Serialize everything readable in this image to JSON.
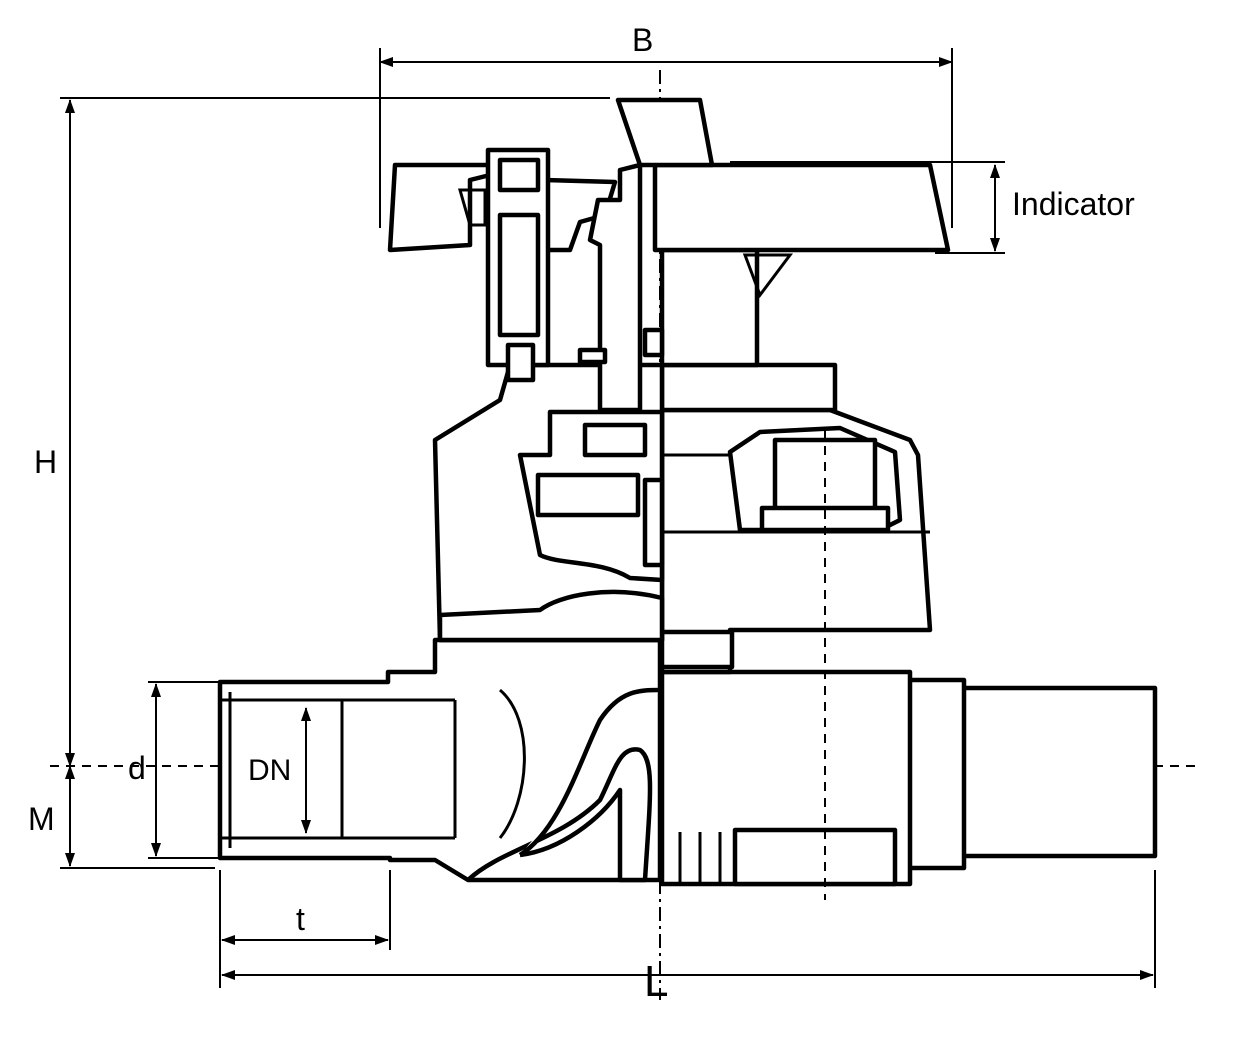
{
  "title": "Diaphragm valve dimension drawing",
  "labels": {
    "B": "B",
    "indicator": "Indicator",
    "H": "H",
    "d": "d",
    "DN": "DN",
    "M": "M",
    "t": "t",
    "L": "L"
  }
}
